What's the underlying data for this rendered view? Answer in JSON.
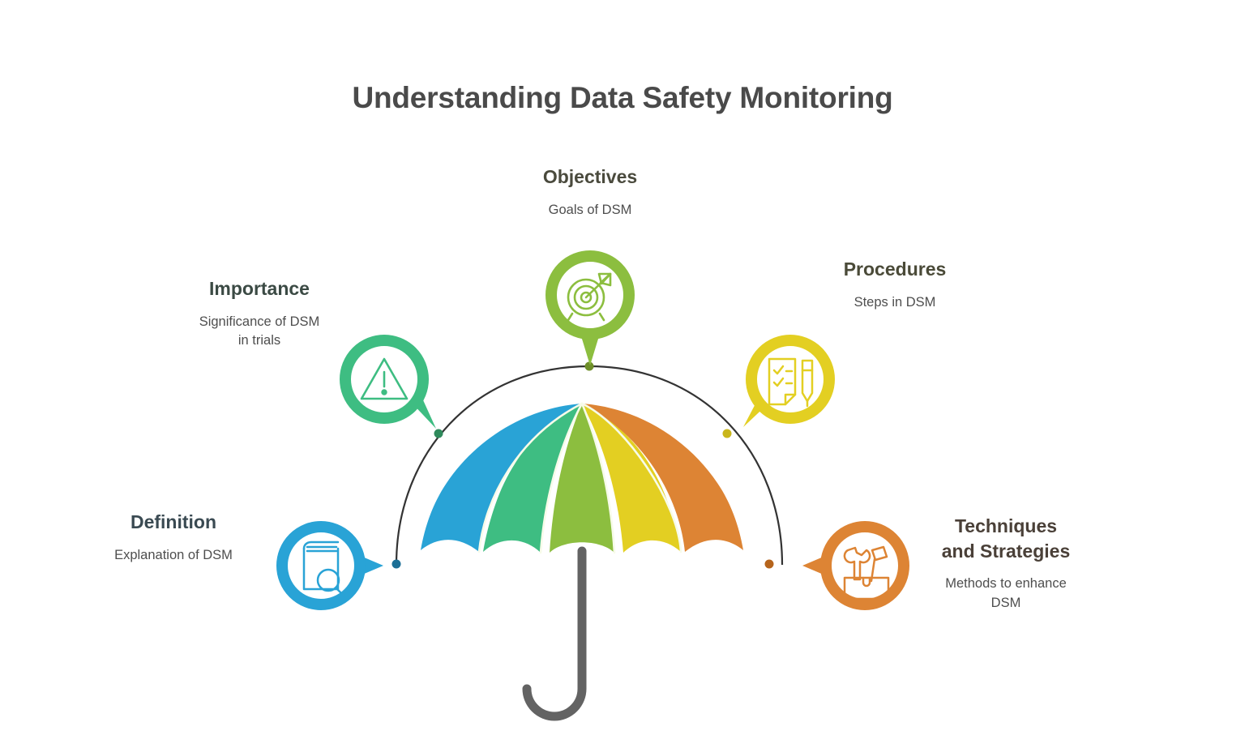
{
  "title": "Understanding Data Safety Monitoring",
  "central_icon": "umbrella-icon",
  "colors": {
    "title_text": "#4a4a4a",
    "connector_arc": "#333333",
    "umbrella_shaft": "#636363",
    "background": "#ffffff"
  },
  "nodes": [
    {
      "id": "objectives",
      "heading": "Objectives",
      "subtitle": "Goals of DSM",
      "icon": "target-arrow-icon",
      "color": "#8CBE3F",
      "heading_color": "#4a4a3d",
      "dot_color": "#6f8f2a"
    },
    {
      "id": "importance",
      "heading": "Importance",
      "subtitle": "Significance of DSM\nin trials",
      "icon": "warning-triangle-icon",
      "color": "#3EBD82",
      "heading_color": "#3b4a44",
      "dot_color": "#2f8a5c"
    },
    {
      "id": "procedures",
      "heading": "Procedures",
      "subtitle": "Steps in DSM",
      "icon": "checklist-pen-icon",
      "color": "#E3CF22",
      "heading_color": "#4a4a38",
      "dot_color": "#c9b61b"
    },
    {
      "id": "definition",
      "heading": "Definition",
      "subtitle": "Explanation of DSM",
      "icon": "book-magnifier-icon",
      "color": "#29A3D6",
      "heading_color": "#3a4a52",
      "dot_color": "#1c6f96"
    },
    {
      "id": "techniques",
      "heading": "Techniques\nand Strategies",
      "subtitle": "Methods to enhance\nDSM",
      "icon": "toolbox-icon",
      "color": "#DD8434",
      "heading_color": "#4a4038",
      "dot_color": "#b5641c"
    }
  ],
  "umbrella": {
    "panels": [
      {
        "name": "panel-blue",
        "color": "#29A3D6"
      },
      {
        "name": "panel-green",
        "color": "#3EBD82"
      },
      {
        "name": "panel-light-green",
        "color": "#8CBE3F"
      },
      {
        "name": "panel-yellow",
        "color": "#E3CF22"
      },
      {
        "name": "panel-orange",
        "color": "#DD8434"
      }
    ],
    "shaft_color": "#636363"
  }
}
